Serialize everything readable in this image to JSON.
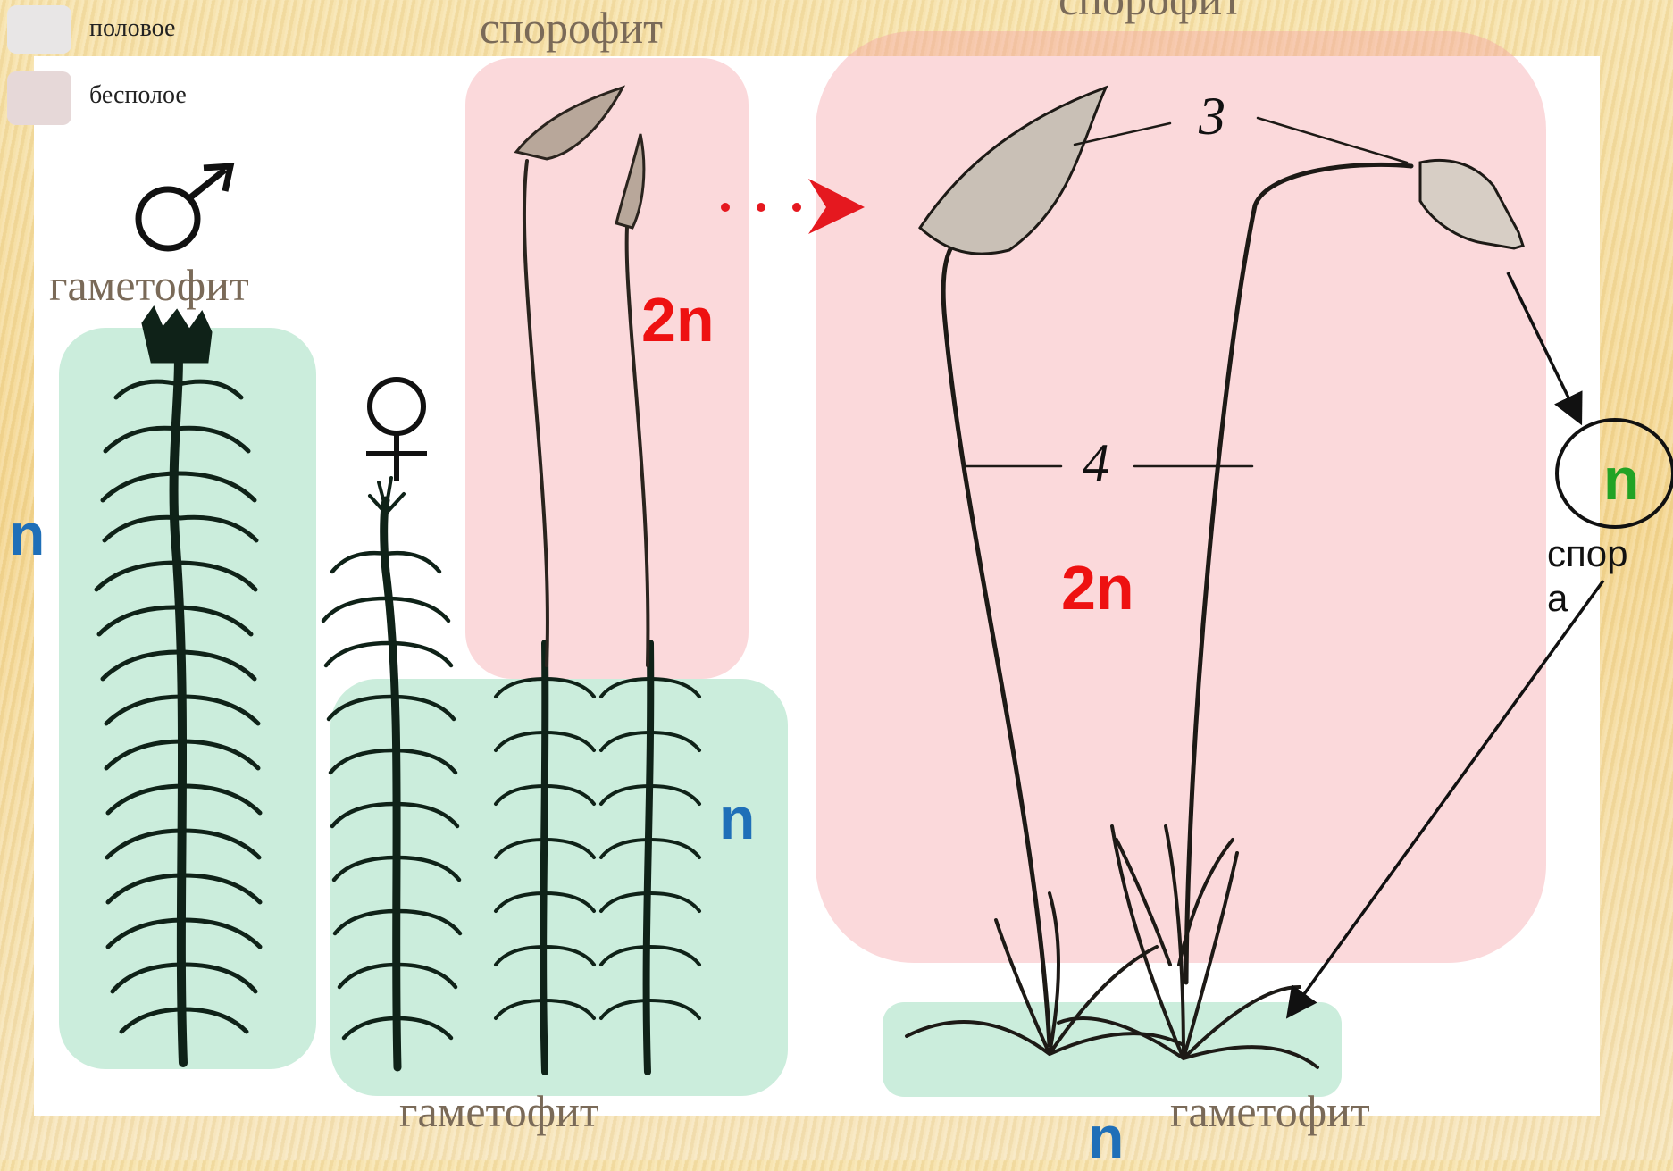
{
  "legend": {
    "sexual": "половое",
    "asexual": "бесполое",
    "colors": {
      "sexual": "#e8e6e6",
      "asexual": "#e6d8d8"
    }
  },
  "labels": {
    "sporophyte_left": "спорофит",
    "sporophyte_right": "спорофит",
    "gametophyte_male": "гаметофит",
    "gametophyte_female": "гаметофит",
    "gametophyte_right": "гаметофит",
    "spore_line1": "спор",
    "spore_line2": "а"
  },
  "ploidy": {
    "haploid": "n",
    "diploid": "2n"
  },
  "numbers": {
    "capsule_part": "3",
    "seta_part": "4"
  },
  "symbols": {
    "male": "male-symbol",
    "female": "female-symbol"
  },
  "colors": {
    "gametophyte_region": "#82d4ac",
    "sporophyte_region": "#f4a0a6",
    "haploid_text": "#1f6fb8",
    "diploid_text": "#ee1111",
    "spore_n_text": "#22a325",
    "label_text": "#7a6a58",
    "plant_ink": "#0f2218"
  }
}
